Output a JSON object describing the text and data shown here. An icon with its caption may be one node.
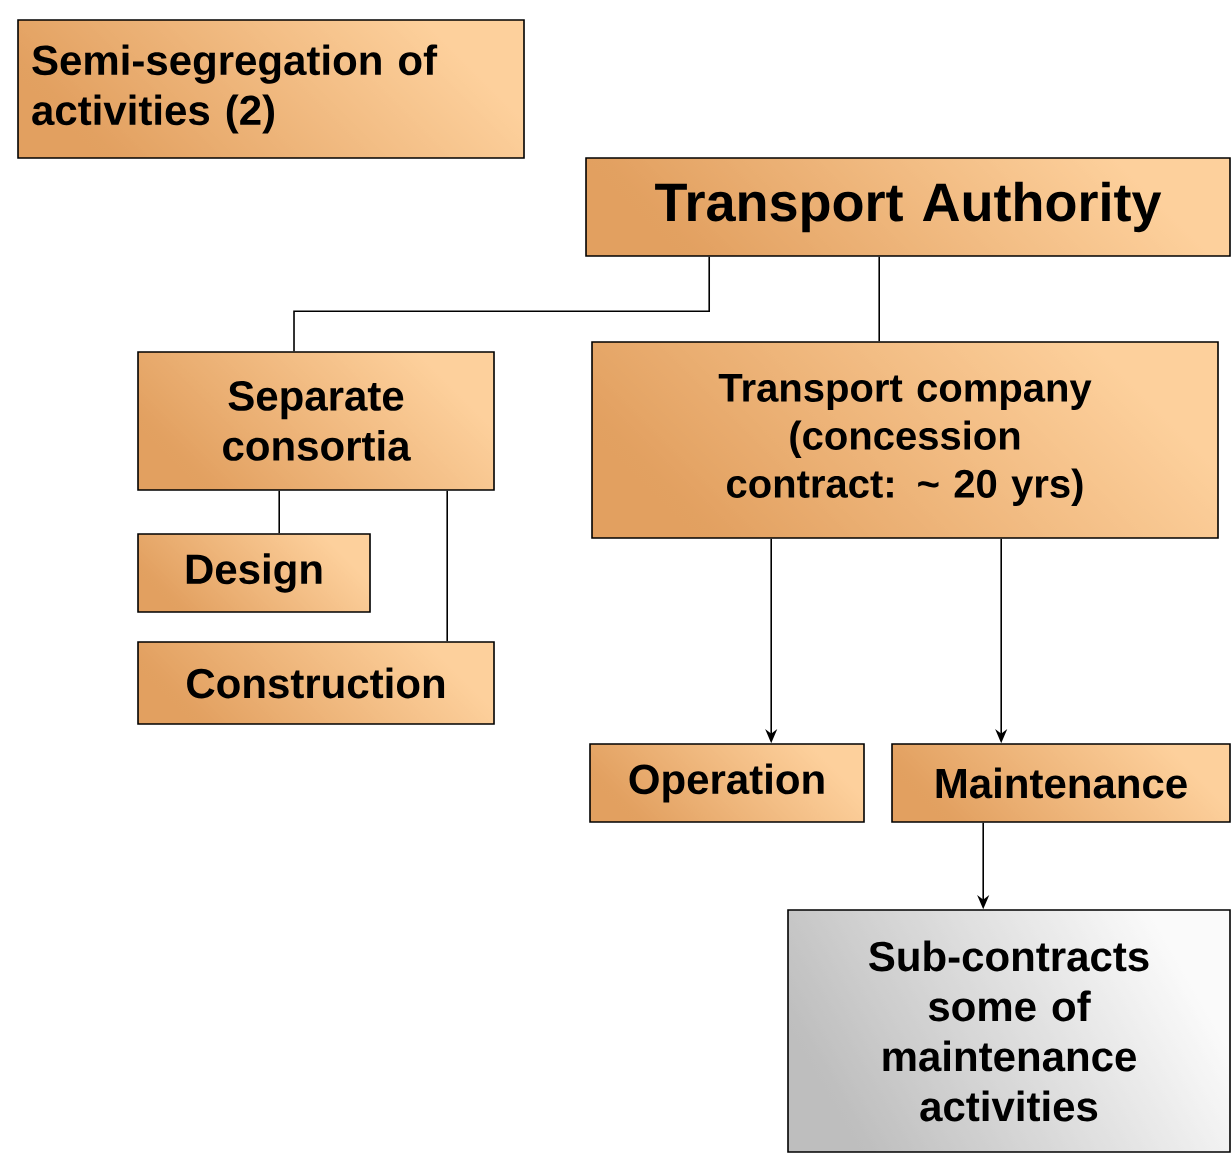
{
  "diagram": {
    "nodes": [
      {
        "text": [
          "Semi-segregation of activities (2)"
        ]
      },
      {
        "text": [
          "Transport Authority"
        ]
      },
      {
        "text": [
          "Separate consortia"
        ]
      },
      {
        "text": [
          "Transport company (concession contract: ~ 20 yrs)"
        ]
      },
      {
        "text": [
          "Design"
        ]
      },
      {
        "text": [
          "Construction"
        ]
      },
      {
        "text": [
          "Operation"
        ]
      },
      {
        "text": [
          "Maintenance"
        ]
      },
      {
        "text": [
          "Sub-contracts some of maintenance activities"
        ]
      }
    ],
    "edges": [
      {
        "from": 1,
        "to": 2,
        "arrow": "none"
      },
      {
        "from": 1,
        "to": 3,
        "arrow": "none"
      },
      {
        "from": 2,
        "to": 4,
        "arrow": "none"
      },
      {
        "from": 2,
        "to": 5,
        "arrow": "none"
      },
      {
        "from": 3,
        "to": 6,
        "arrow": "to"
      },
      {
        "from": 3,
        "to": 7,
        "arrow": "to"
      },
      {
        "from": 7,
        "to": 8,
        "arrow": "to"
      }
    ]
  }
}
